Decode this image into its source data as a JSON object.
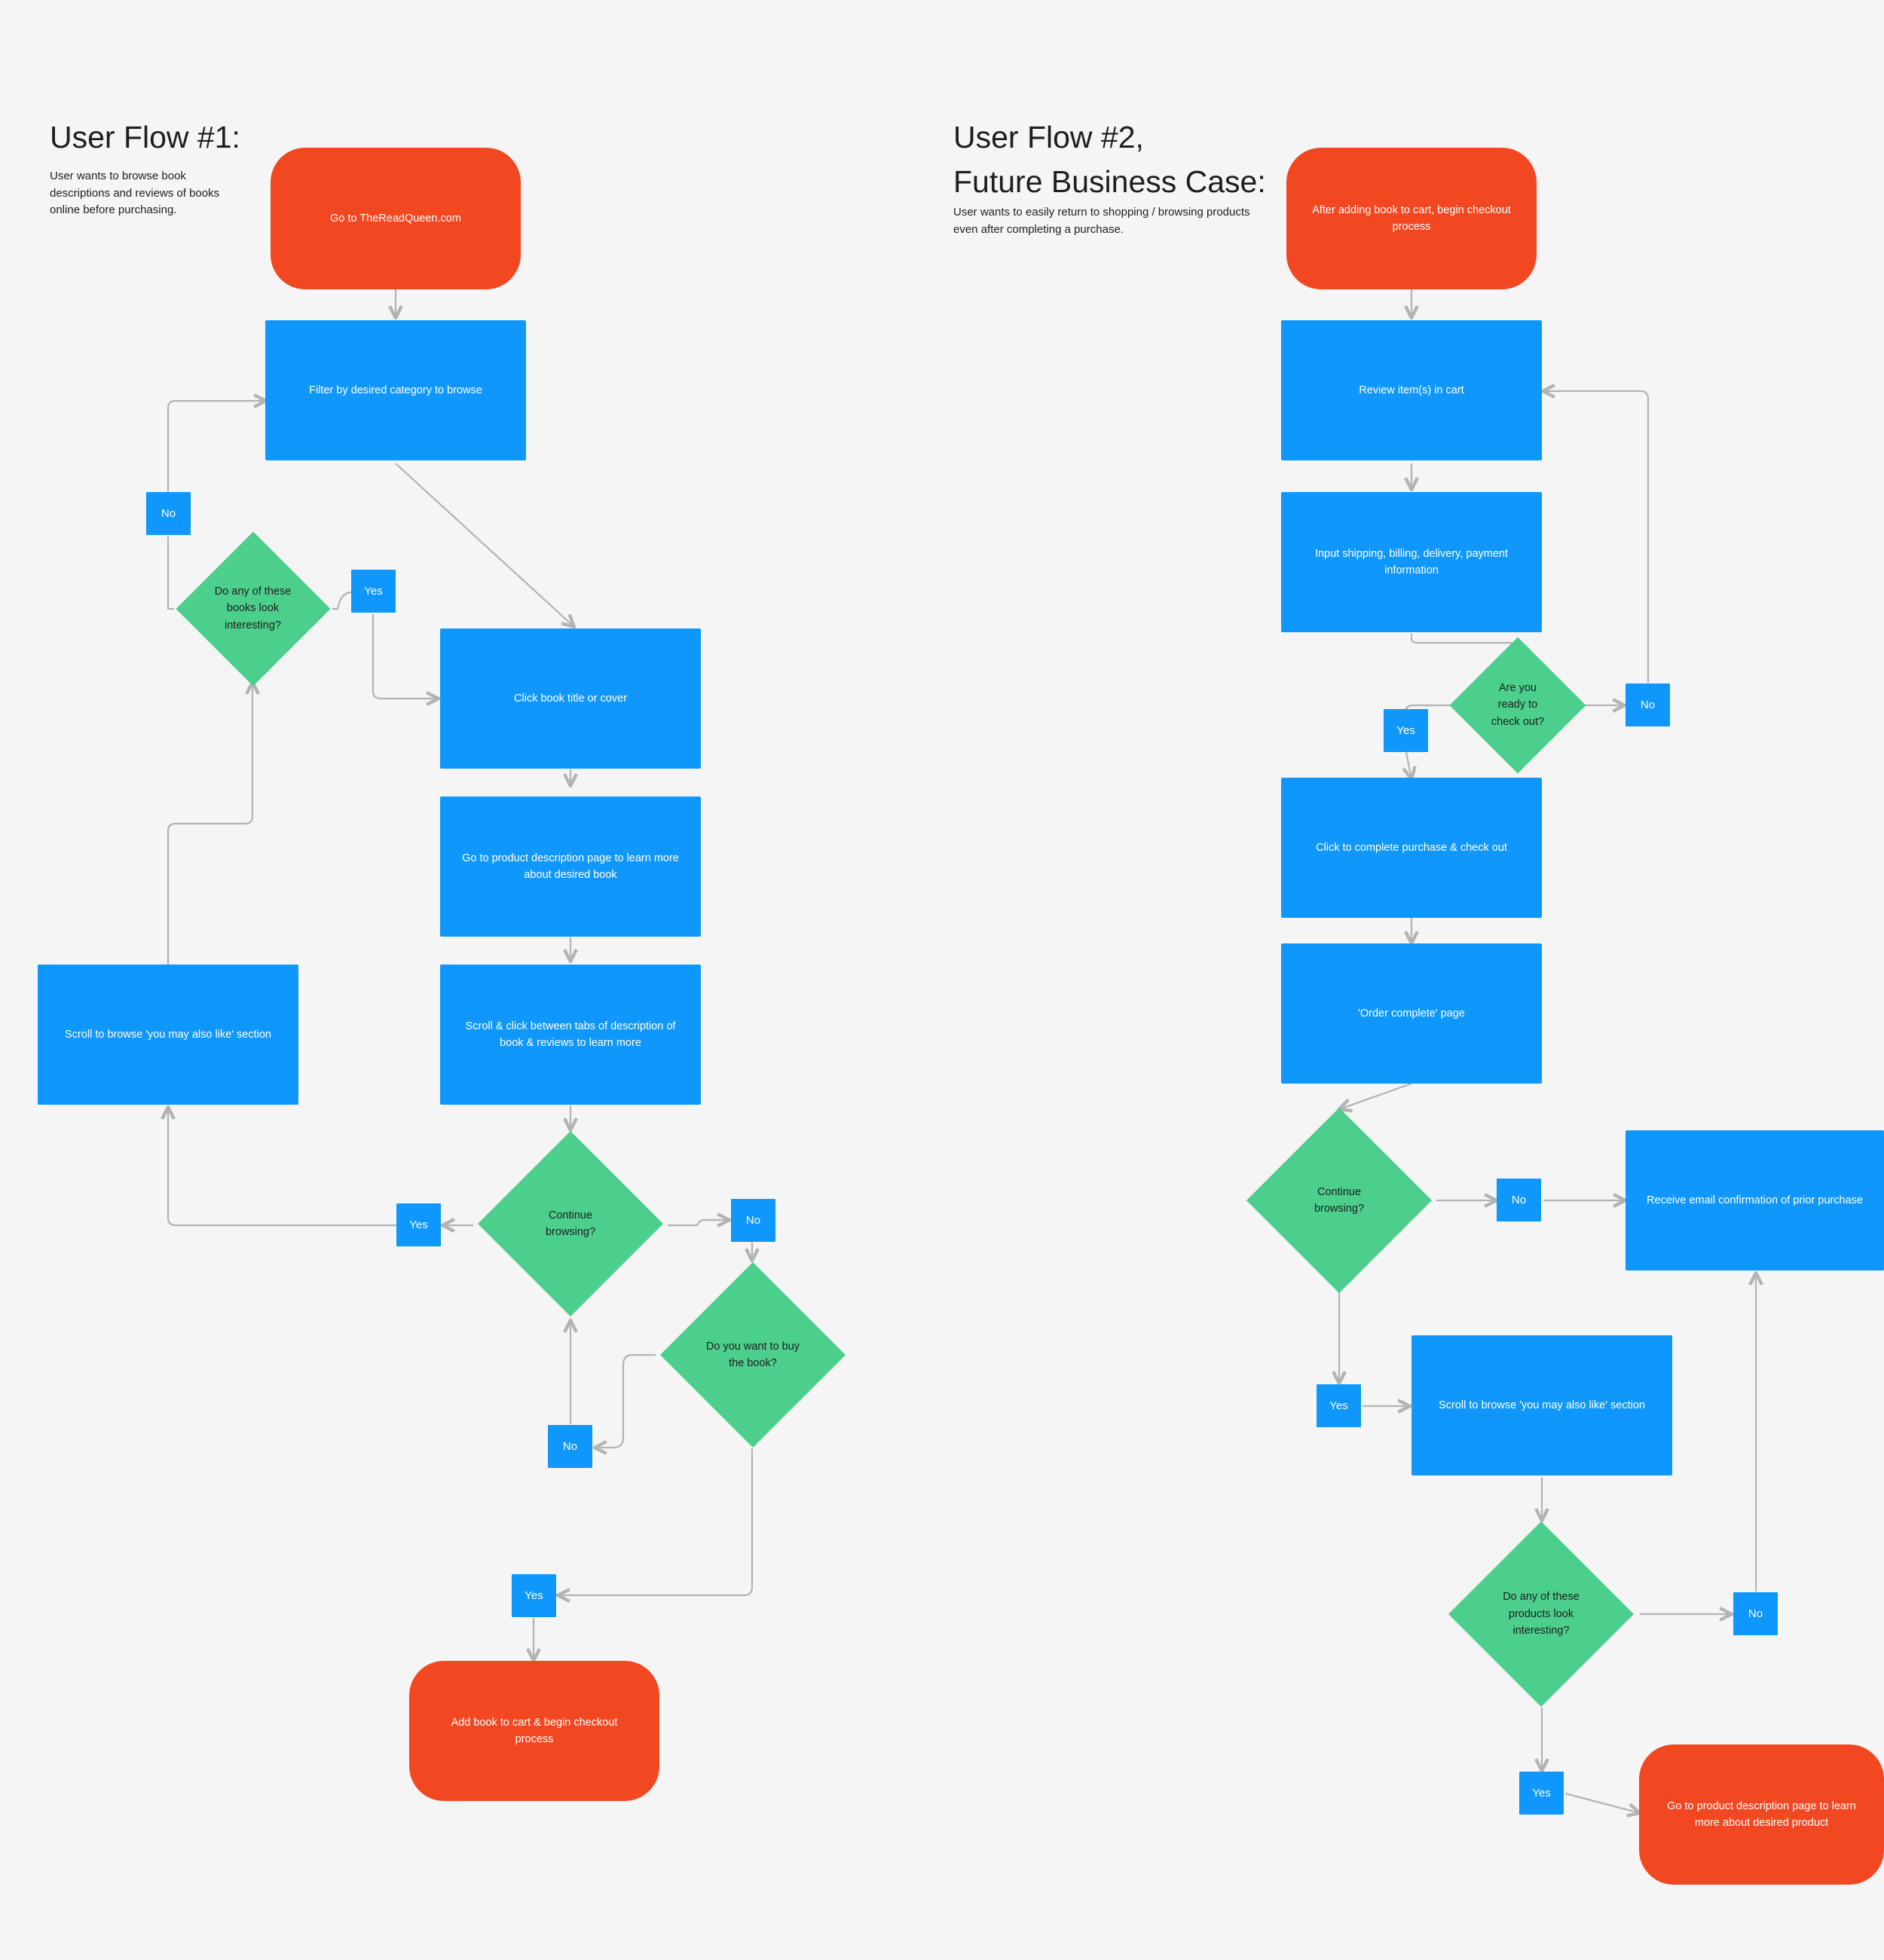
{
  "flow1": {
    "title": "User Flow #1:",
    "description": "User wants to browse book descriptions and reviews of books online before purchasing.",
    "start": "Go to TheReadQueen.com",
    "filter": "Filter by desired category to browse",
    "books_interesting": "Do any of these books look interesting?",
    "no_label_top": "No",
    "yes_label_top": "Yes",
    "click_title": "Click book title or cover",
    "product_page": "Go to product description page to learn more about desired book",
    "scroll_tabs": "Scroll & click between tabs of description of book & reviews to learn more",
    "scroll_also_like": "Scroll to browse 'you may also like' section",
    "continue_browsing": "Continue browsing?",
    "yes_label_continue": "Yes",
    "no_label_continue": "No",
    "buy_book": "Do you want to buy the book?",
    "no_label_buy": "No",
    "yes_label_buy": "Yes",
    "end": "Add book to cart & begin checkout process"
  },
  "flow2": {
    "title": "User Flow #2,\nFuture Business Case:",
    "description": "User wants to easily return to shopping / browsing products even after completing a purchase.",
    "start": "After adding book to cart, begin checkout process",
    "review_cart": "Review item(s) in cart",
    "input_info": "Input shipping, billing, delivery, payment information",
    "ready_checkout": "Are you ready to check out?",
    "no_label_ready": "No",
    "yes_label_ready": "Yes",
    "complete_purchase": "Click to complete purchase & check out",
    "order_complete": "'Order complete' page",
    "continue_browsing": "Continue browsing?",
    "no_label_continue": "No",
    "email_confirmation": "Receive email confirmation of prior purchase",
    "yes_label_continue": "Yes",
    "scroll_also_like": "Scroll to browse 'you may also like' section",
    "products_interesting": "Do any of these products look interesting?",
    "no_label_products": "No",
    "yes_label_products": "Yes",
    "end": "Go to product description page to learn more about desired product"
  },
  "colors": {
    "background": "#f5f5f5",
    "process": "#0f97fc",
    "terminal": "#f24822",
    "decision": "#4ccf8d",
    "connector": "#b3b3b3"
  }
}
